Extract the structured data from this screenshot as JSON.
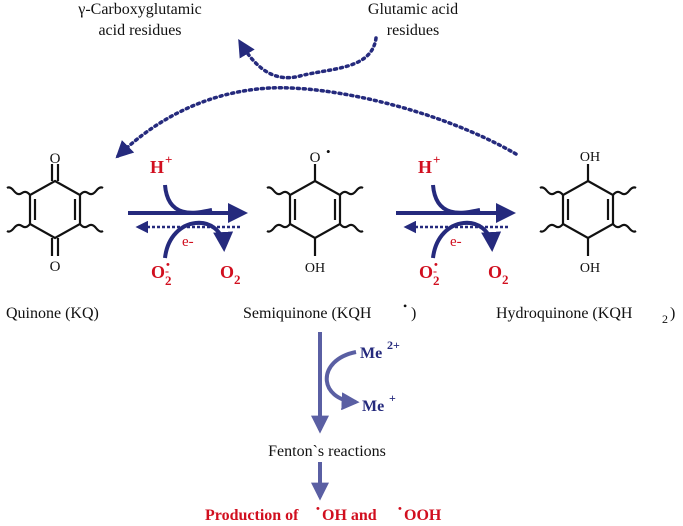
{
  "labels": {
    "carboxy_line1": "γ-Carboxyglutamic",
    "carboxy_line2": "acid residues",
    "glutamic_line1": "Glutamic acid",
    "glutamic_line2": "residues",
    "quinone": "Quinone (KQ)",
    "semiquinone": "Semiquinone (KQH",
    "semiquinone_close": ")",
    "hydroquinone": "Hydroquinone (KQH",
    "hydroquinone_sub": "2",
    "hydroquinone_close": ")",
    "fenton": "Fenton`s reactions",
    "production": "Production of ",
    "oh": "OH and ",
    "ooh": "OOH",
    "radical_dot": "•"
  },
  "reaction1": {
    "proton": "H",
    "proton_charge": "+",
    "electron": "e-",
    "superoxide": "O",
    "superoxide_sub": "2",
    "superoxide_dot": "•",
    "superoxide_charge": "-",
    "oxygen": "O",
    "oxygen_sub": "2"
  },
  "reaction2": {
    "proton": "H",
    "proton_charge": "+",
    "electron": "e-",
    "superoxide": "O",
    "superoxide_sub": "2",
    "superoxide_dot": "•",
    "superoxide_charge": "-",
    "oxygen": "O",
    "oxygen_sub": "2"
  },
  "metal": {
    "me_in": "Me",
    "me_in_charge": "2+",
    "me_out": "Me",
    "me_out_charge": "+"
  },
  "atoms": {
    "oxygen": "O",
    "oh": "OH"
  },
  "colors": {
    "arrow_blue": "#252a7d",
    "fenton_arrow": "#5a5fa3",
    "red": "#d10f1f",
    "black": "#111111"
  }
}
